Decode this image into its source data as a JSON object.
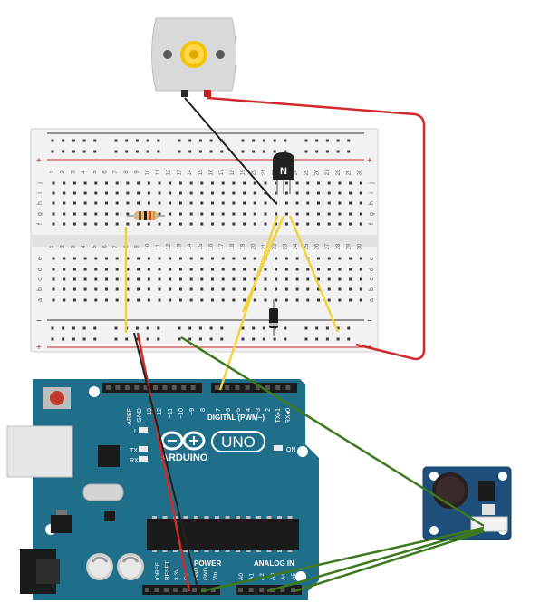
{
  "motor": {
    "name": "DC motor"
  },
  "breadboard": {
    "row_letters_top": [
      "j",
      "i",
      "h",
      "g",
      "f"
    ],
    "row_letters_bottom": [
      "e",
      "d",
      "c",
      "b",
      "a"
    ],
    "columns": [
      "1",
      "2",
      "3",
      "4",
      "5",
      "6",
      "7",
      "8",
      "9",
      "10",
      "11",
      "12",
      "13",
      "14",
      "15",
      "16",
      "17",
      "18",
      "19",
      "20",
      "21",
      "22",
      "23",
      "24",
      "25",
      "26",
      "27",
      "28",
      "29",
      "30"
    ],
    "rail_plus": "+",
    "rail_minus": "−"
  },
  "transistor": {
    "label": "N"
  },
  "arduino": {
    "logo_text": "ARDUINO",
    "model": "UNO",
    "digital_label": "DIGITAL (PWM~)",
    "digital_pins": [
      "AREF",
      "GND",
      "13",
      "12",
      "~11",
      "~10",
      "~9",
      "8",
      "7",
      "~6",
      "~5",
      "4",
      "~3",
      "2",
      "TX▸1",
      "RX◂0"
    ],
    "power_label": "POWER",
    "power_pins": [
      "IOREF",
      "RESET",
      "3.3V",
      "5V",
      "GND",
      "GND",
      "Vin"
    ],
    "analog_label": "ANALOG IN",
    "analog_pins": [
      "A0",
      "A1",
      "A2",
      "A3",
      "A4",
      "A5"
    ],
    "led_l": "L",
    "led_tx": "TX",
    "led_rx": "RX",
    "on_label": "ON"
  },
  "sound_sensor": {
    "name": "Grove sound sensor"
  },
  "colors": {
    "motor_body": "#d9d9d9",
    "arduino_board": "#1f6f8b",
    "wire_red": "#d12a2a",
    "wire_black": "#222222",
    "wire_yellow": "#f2d33c",
    "wire_green": "#3d7a1e",
    "sensor_board": "#1d4f7a",
    "breadboard": "#f1f1f1"
  }
}
